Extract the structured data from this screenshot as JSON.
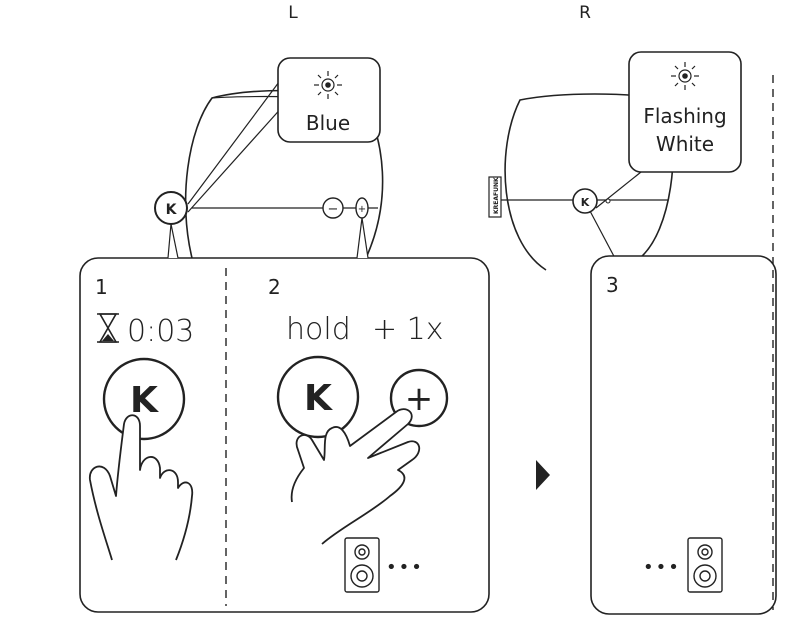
{
  "side_labels": {
    "left": "L",
    "right": "R"
  },
  "callouts": {
    "left_light": "Blue",
    "right_light_line1": "Flashing",
    "right_light_line2": "White"
  },
  "speaker_brand": "KREAFUNK",
  "button_glyphs": {
    "k_button": "K",
    "minus": "−",
    "plus": "+"
  },
  "steps": [
    {
      "number": "1",
      "instruction": "0:03"
    },
    {
      "number": "2",
      "instruction_hold": "hold",
      "instruction_press": "+ 1x"
    },
    {
      "number": "3"
    }
  ],
  "continuation": "•••",
  "icons": [
    "light-icon",
    "hourglass-icon",
    "hand-icon",
    "speaker-icon",
    "arrow-right-icon"
  ]
}
